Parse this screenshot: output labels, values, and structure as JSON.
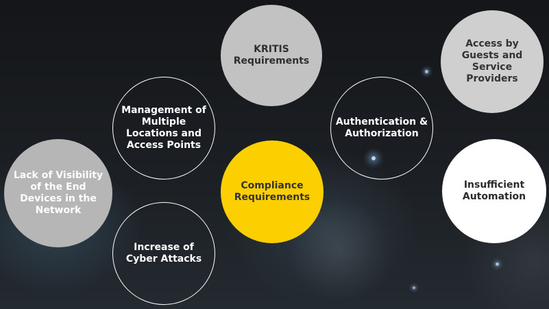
{
  "nodes": [
    {
      "id": "kritis",
      "label": "KRITIS\nRequirements",
      "style": "gray"
    },
    {
      "id": "access-guests",
      "label": "Access by\nGuests and\nService\nProviders",
      "style": "gray-light"
    },
    {
      "id": "management",
      "label": "Management of\nMultiple\nLocations and\nAccess Points",
      "style": "outline"
    },
    {
      "id": "authentication",
      "label": "Authentication &\nAuthorization",
      "style": "outline"
    },
    {
      "id": "lack-visibility",
      "label": "Lack of Visibility\nof the End\nDevices in the\nNetwork",
      "style": "gray-vis"
    },
    {
      "id": "compliance",
      "label": "Compliance\nRequirements",
      "style": "yellow"
    },
    {
      "id": "insufficient-automation",
      "label": "Insufficient\nAutomation",
      "style": "white"
    },
    {
      "id": "cyber-attacks",
      "label": "Increase of\nCyber Attacks",
      "style": "outline"
    }
  ],
  "colors": {
    "accent_yellow": "#fcd000",
    "gray": "#c2c2c2",
    "white": "#ffffff",
    "background": "#1a1d21"
  }
}
